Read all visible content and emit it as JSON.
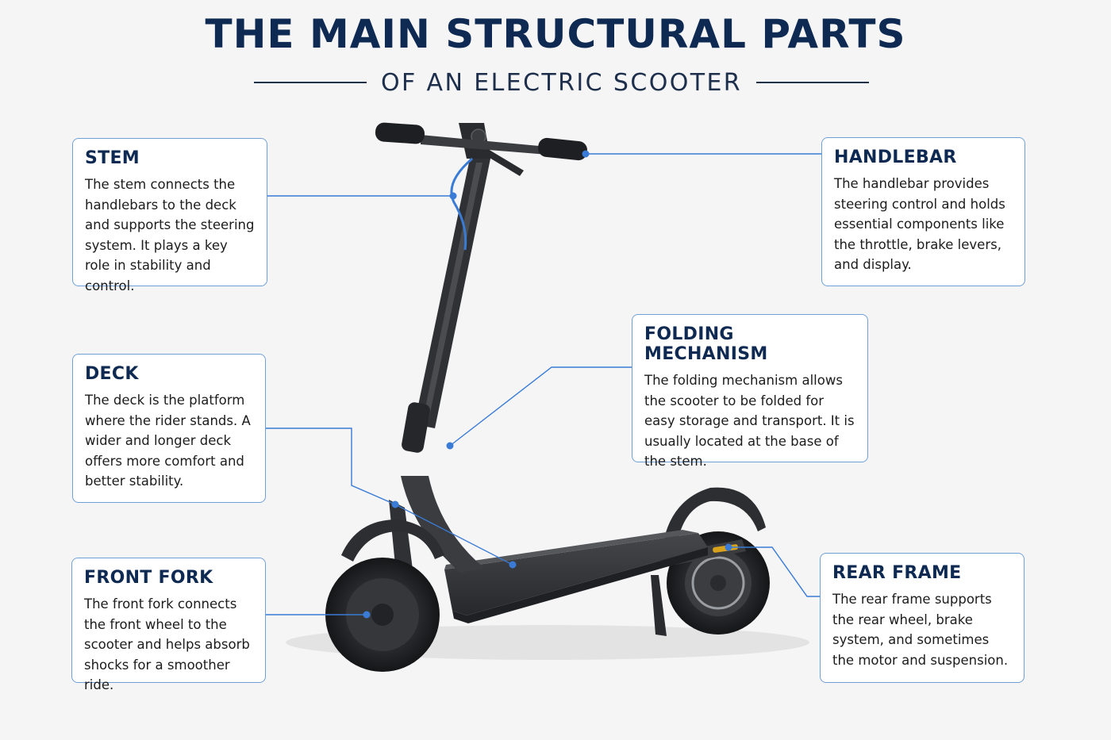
{
  "header": {
    "title": "THE MAIN STRUCTURAL PARTS",
    "subtitle": "OF AN ELECTRIC SCOOTER"
  },
  "parts": {
    "stem": {
      "title": "STEM",
      "text": "The stem connects the handlebars to the deck and supports the steering system. It plays a key role in stability and control."
    },
    "handlebar": {
      "title": "HANDLEBAR",
      "text": "The handlebar provides steering control and holds essential components like the throttle, brake levers, and display."
    },
    "folding": {
      "title": "FOLDING MECHANISM",
      "text": "The folding mechanism allows the scooter to be folded for easy storage and transport. It is usually located at the base of the stem."
    },
    "deck": {
      "title": "DECK",
      "text": "The deck is the platform where the rider stands. A wider and longer deck offers more comfort and better stability."
    },
    "front_fork": {
      "title": "FRONT FORK",
      "text": "The front fork connects the front wheel to the scooter and helps absorb shocks for a smoother ride."
    },
    "rear_frame": {
      "title": "REAR FRAME",
      "text": "The rear frame supports the rear wheel, brake system, and sometimes the motor and suspension."
    }
  },
  "colors": {
    "title": "#0f2a52",
    "accent": "#3a7bd5",
    "card_border": "#6f9fd8",
    "scooter_body": "#2f3134",
    "tire": "#1c1d1f",
    "reflector": "#d9a21c"
  }
}
